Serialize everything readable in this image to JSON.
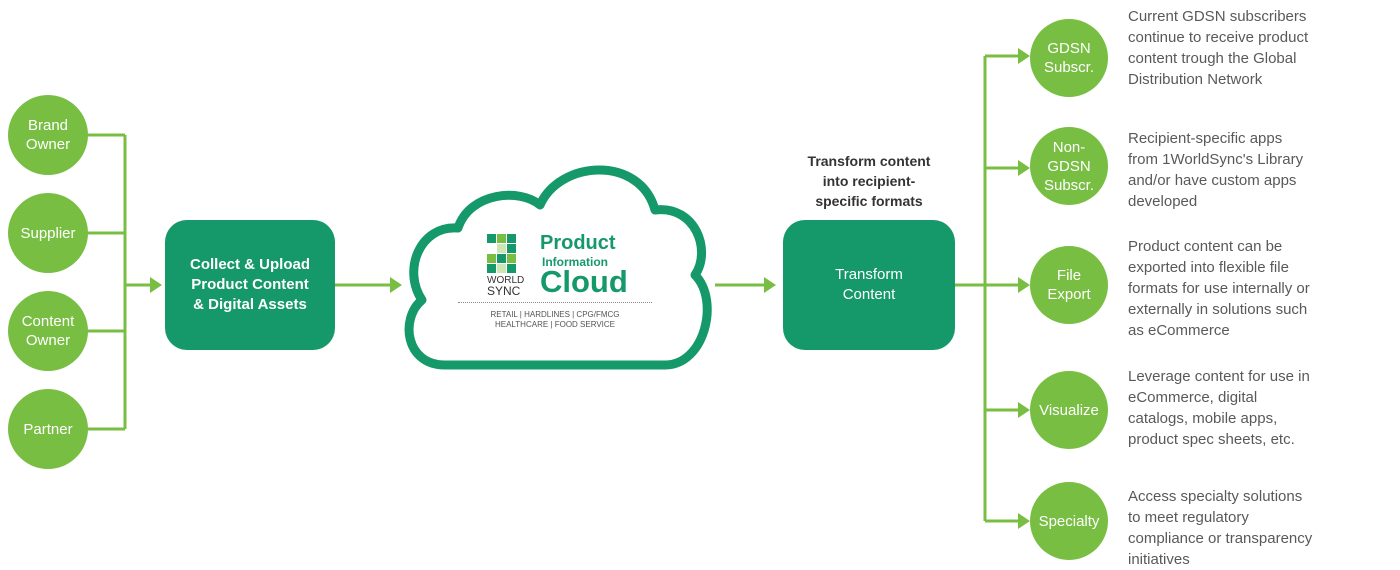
{
  "sources": [
    {
      "label": "Brand\nOwner"
    },
    {
      "label": "Supplier"
    },
    {
      "label": "Content\nOwner"
    },
    {
      "label": "Partner"
    }
  ],
  "collect_box": {
    "label": "Collect & Upload\nProduct Content\n& Digital Assets"
  },
  "cloud": {
    "brand_top": "WORLD",
    "brand_bottom": "SYNC",
    "title_line1": "Product",
    "title_line2": "Information",
    "title_line3": "Cloud",
    "sectors": "RETAIL | HARDLINES | CPG/FMCG\nHEALTHCARE | FOOD SERVICE"
  },
  "transform_caption": "Transform content\ninto recipient-\nspecific formats",
  "transform_box": {
    "label": "Transform\nContent"
  },
  "outputs": [
    {
      "label": "GDSN\nSubscr.",
      "description": "Current GDSN subscribers\ncontinue to receive product\ncontent trough the Global\nDistribution Network"
    },
    {
      "label": "Non-\nGDSN\nSubscr.",
      "description": "Recipient-specific apps\nfrom 1WorldSync's Library\nand/or have custom apps\ndeveloped"
    },
    {
      "label": "File\nExport",
      "description": "Product content can be\nexported into flexible file\nformats for use internally or\nexternally in solutions such\nas eCommerce"
    },
    {
      "label": "Visualize",
      "description": "Leverage content for use in\neCommerce, digital\ncatalogs, mobile apps,\nproduct spec sheets, etc."
    },
    {
      "label": "Specialty",
      "description": "Access specialty solutions\nto meet regulatory\ncompliance or transparency\ninitiatives"
    }
  ],
  "colors": {
    "light_green": "#78be43",
    "dark_green": "#16996a",
    "text_gray": "#58595b"
  }
}
